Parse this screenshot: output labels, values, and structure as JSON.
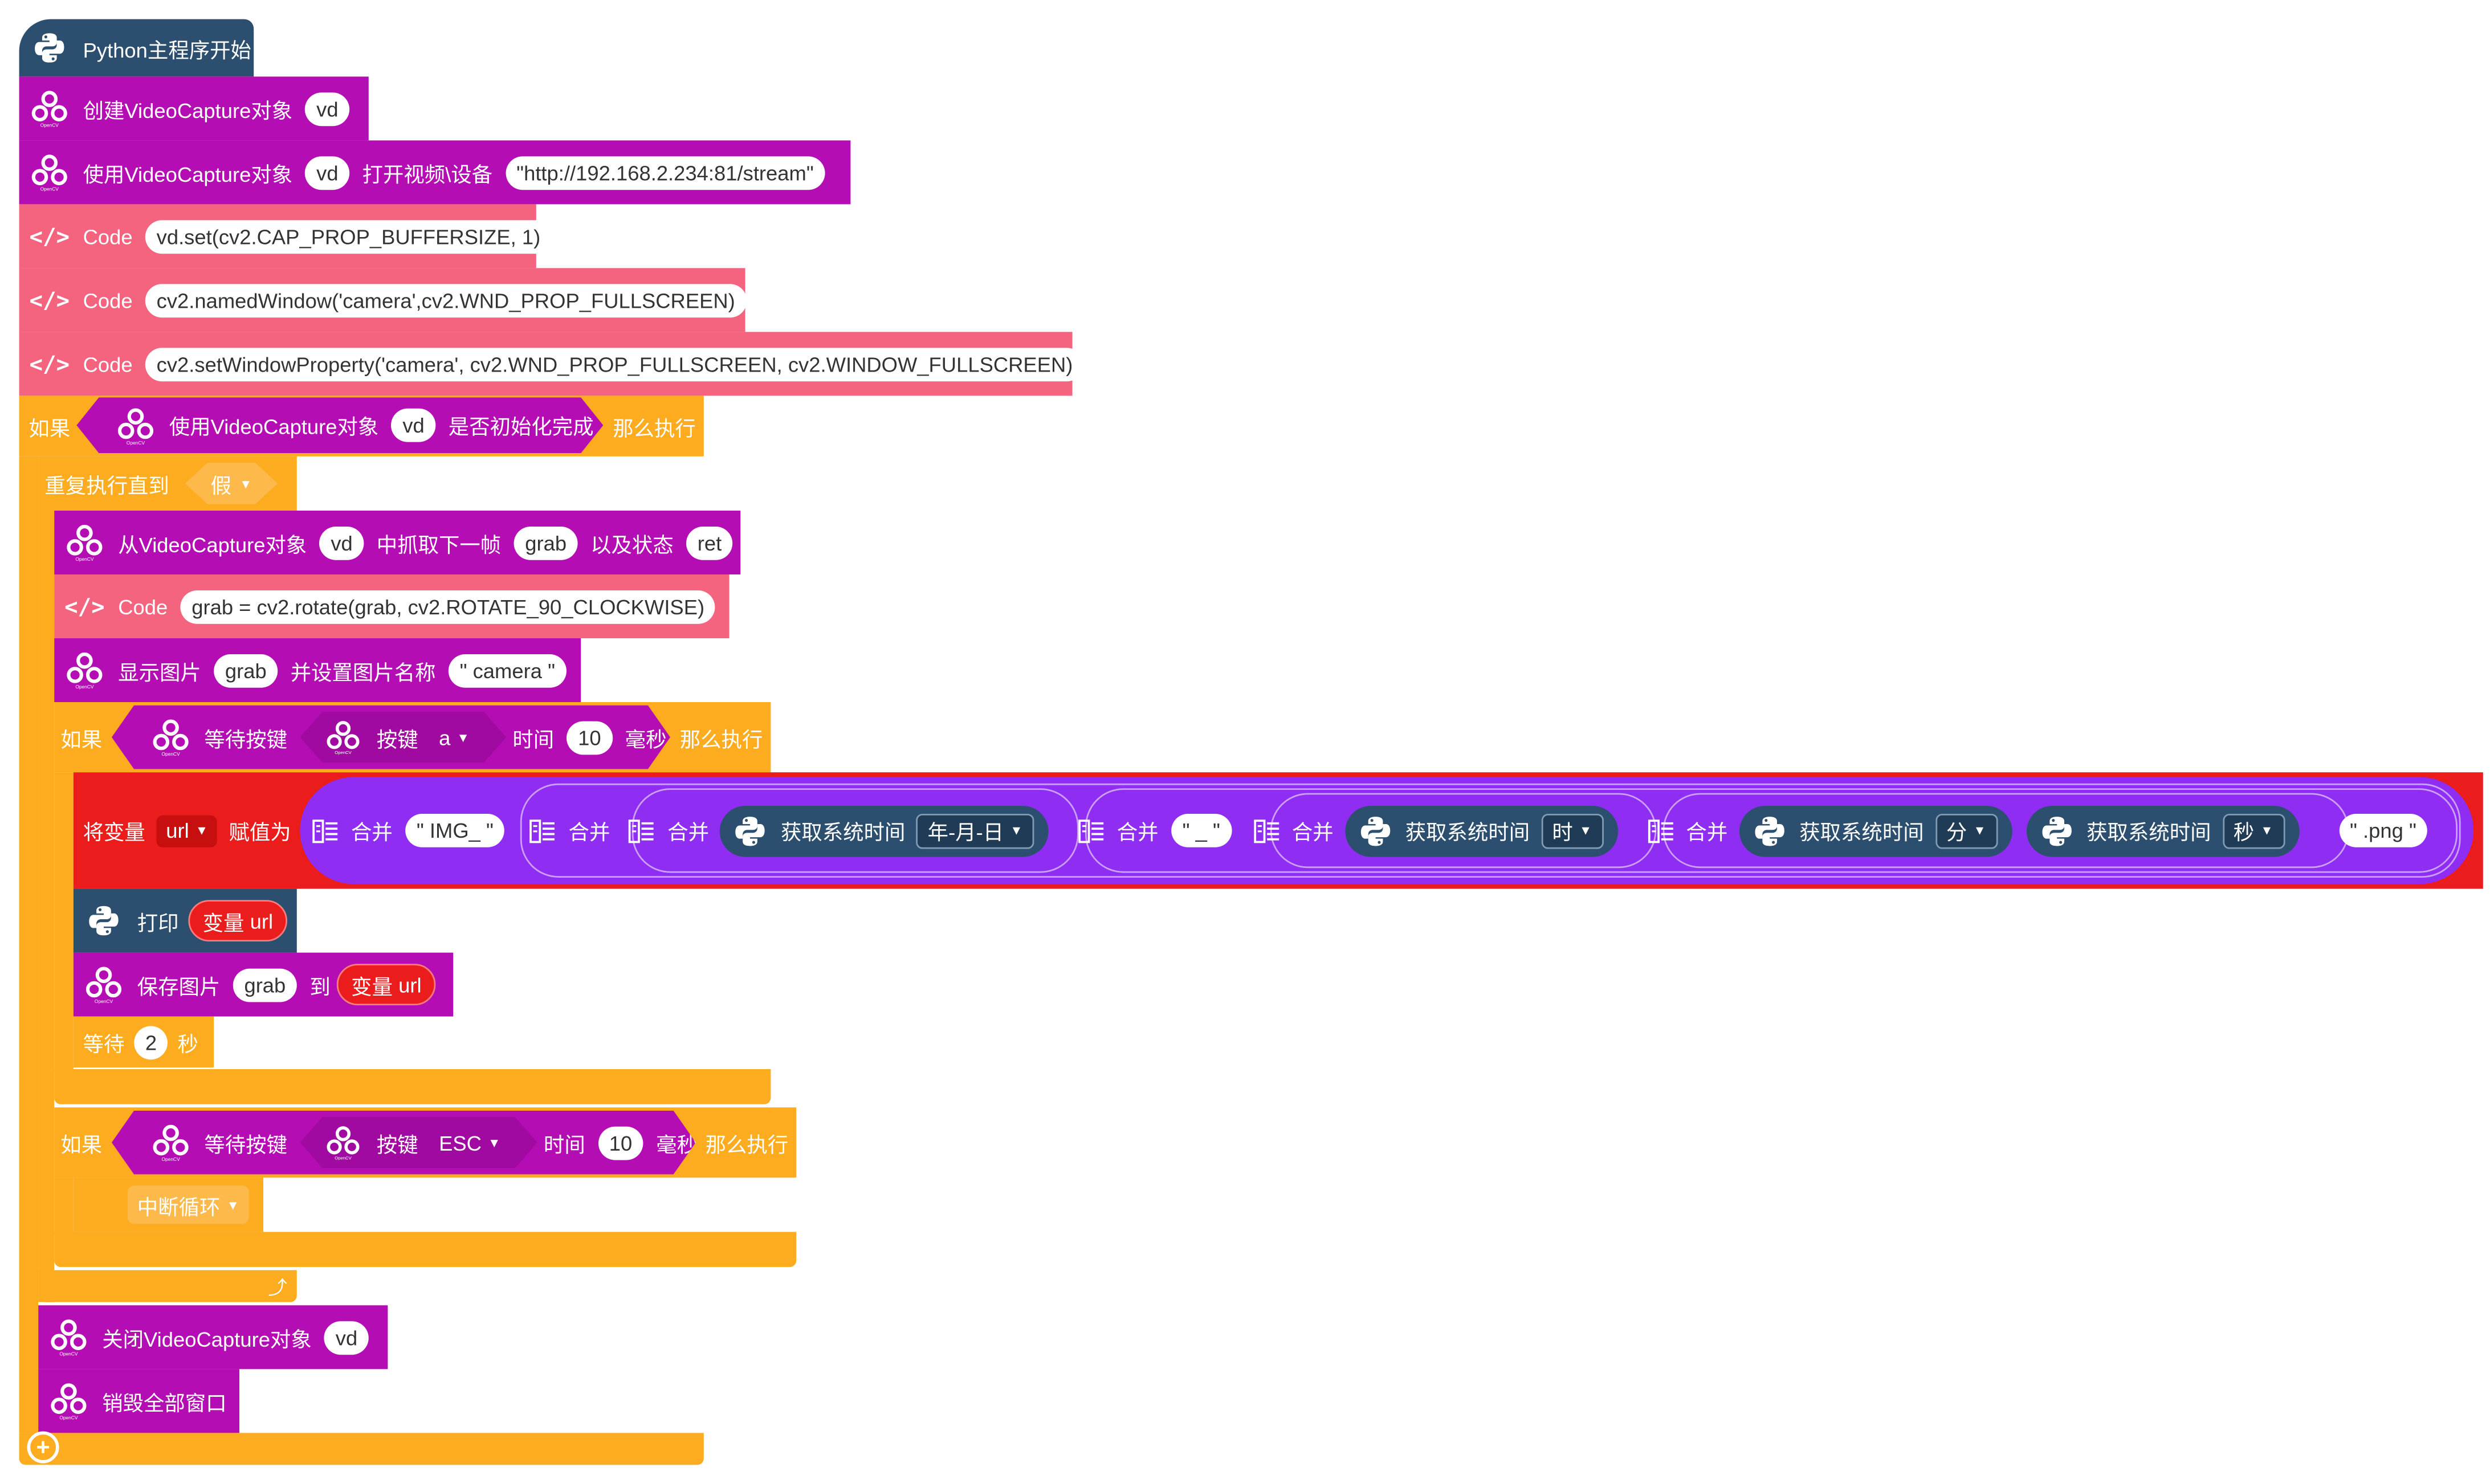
{
  "blocks": {
    "start": "Python主程序开始",
    "create": {
      "label": "创建VideoCapture对象",
      "var": "vd"
    },
    "open": {
      "label": "使用VideoCapture对象",
      "var": "vd",
      "mid": "打开视频\\设备",
      "url": "\"http://192.168.2.234:81/stream\""
    },
    "code_label": "Code",
    "code1": "vd.set(cv2.CAP_PROP_BUFFERSIZE, 1)",
    "code2": "cv2.namedWindow('camera',cv2.WND_PROP_FULLSCREEN)",
    "code3": "cv2.setWindowProperty('camera', cv2.WND_PROP_FULLSCREEN, cv2.WINDOW_FULLSCREEN)",
    "if": "如果",
    "then": "那么执行",
    "init": {
      "label": "使用VideoCapture对象",
      "var": "vd",
      "tail": "是否初始化完成"
    },
    "repeat": {
      "label": "重复执行直到",
      "value": "假"
    },
    "grab": {
      "from": "从VideoCapture对象",
      "var": "vd",
      "mid": "中抓取下一帧",
      "frame": "grab",
      "state": "以及状态",
      "ret": "ret"
    },
    "code4": "grab = cv2.rotate(grab, cv2.ROTATE_90_CLOCKWISE)",
    "show": {
      "label": "显示图片",
      "img": "grab",
      "mid": "并设置图片名称",
      "name": "\" camera \""
    },
    "wait1": {
      "wait": "等待按键",
      "key": "按键",
      "key_value": "a",
      "time": "时间",
      "ms": "10",
      "unit": "毫秒"
    },
    "assign": {
      "label": "将变量",
      "var": "url",
      "to": "赋值为"
    },
    "merge": "合并",
    "img_prefix": "\" IMG_ \"",
    "sys_time": "获取系统时间",
    "date_fmt": "年-月-日",
    "underscore": "\" _ \"",
    "hour": "时",
    "minute": "分",
    "second": "秒",
    "png": "\" .png \"",
    "print": {
      "label": "打印",
      "var_label": "变量",
      "var": "url"
    },
    "save": {
      "label": "保存图片",
      "img": "grab",
      "to": "到",
      "var_label": "变量",
      "var": "url"
    },
    "sleep": {
      "label": "等待",
      "value": "2",
      "unit": "秒"
    },
    "wait2": {
      "wait": "等待按键",
      "key": "按键",
      "key_value": "ESC",
      "time": "时间",
      "ms": "10",
      "unit": "毫秒"
    },
    "break": "中断循环",
    "close": {
      "label": "关闭VideoCapture对象",
      "var": "vd"
    },
    "destroy": "销毁全部窗口"
  }
}
